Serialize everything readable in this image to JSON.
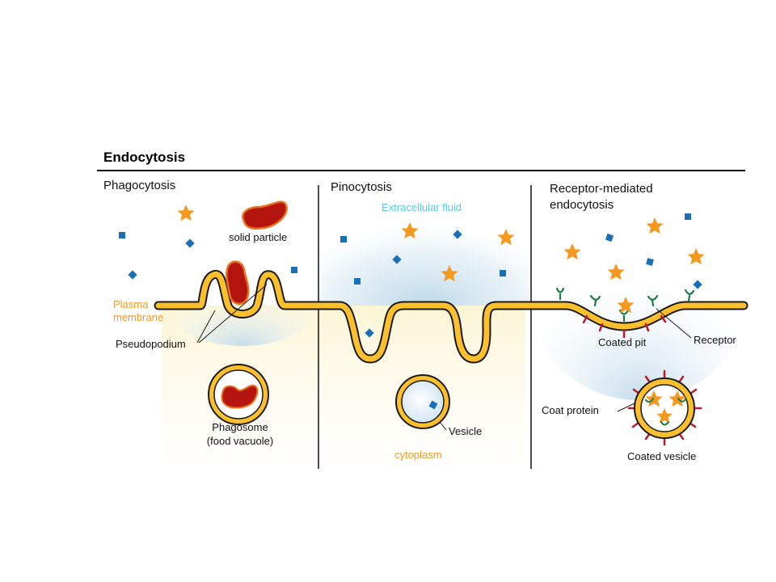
{
  "title": "Endocytosis",
  "panels": [
    {
      "heading": "Phagocytosis"
    },
    {
      "heading": "Pinocytosis"
    },
    {
      "heading_line1": "Receptor-mediated",
      "heading_line2": "endocytosis"
    }
  ],
  "labels": {
    "solid_particle": "solid particle",
    "plasma_membrane_line1": "Plasma",
    "plasma_membrane_line2": "membrane",
    "pseudopodium": "Pseudopodium",
    "phagosome_line1": "Phagosome",
    "phagosome_line2": "(food vacuole)",
    "extracellular_fluid": "Extracellular fluid",
    "vesicle": "Vesicle",
    "cytoplasm": "cytoplasm",
    "coated_pit": "Coated pit",
    "receptor": "Receptor",
    "coat_protein": "Coat protein",
    "coated_vesicle": "Coated vesicle"
  },
  "colors": {
    "membrane_fill": "#fcc02e",
    "membrane_outline": "#1a1a1a",
    "particle": "#b3150e",
    "particle_outline": "#e8701a",
    "star": "#f5981f",
    "square": "#1b6fb5",
    "receptor": "#1a7a46",
    "coat_protein": "#c0162b",
    "label_orange": "#f5981f",
    "label_cyan": "#5ac8e8",
    "fluid_glow": "#cfe2ee",
    "cytoplasm_glow": "#fbf6d6"
  }
}
